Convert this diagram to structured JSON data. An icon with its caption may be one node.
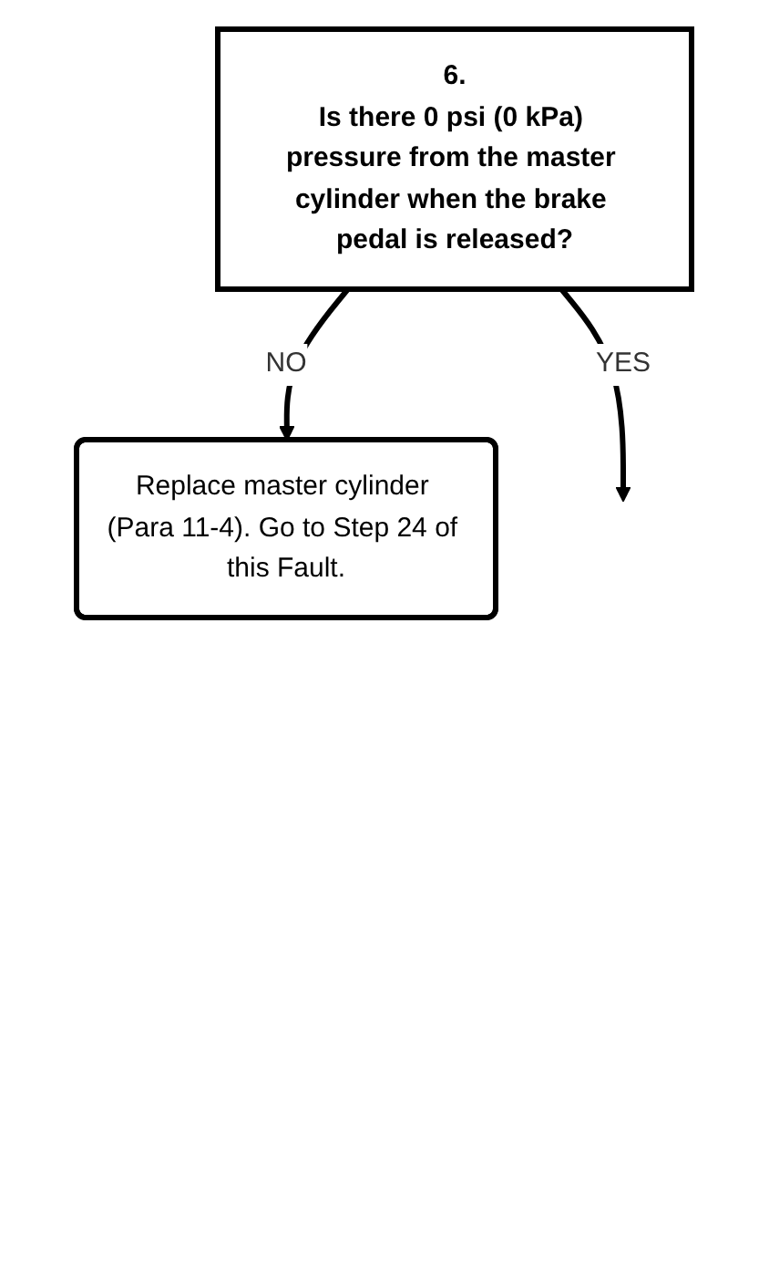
{
  "diagram": {
    "nodes": [
      {
        "text": [
          "6.",
          "Is there 0 psi (0 kPa) pressure from the master cylinder when the brake pedal is released?"
        ]
      },
      {
        "text": [
          "Replace master cylinder (Para 11-4). Go to Step 24 of this Fault."
        ]
      }
    ],
    "edges": [
      {
        "from": 0,
        "to": 1,
        "arrow": "to",
        "label": "NO"
      },
      {
        "from": 0,
        "to": null,
        "arrow": "to",
        "label": "YES"
      }
    ]
  }
}
